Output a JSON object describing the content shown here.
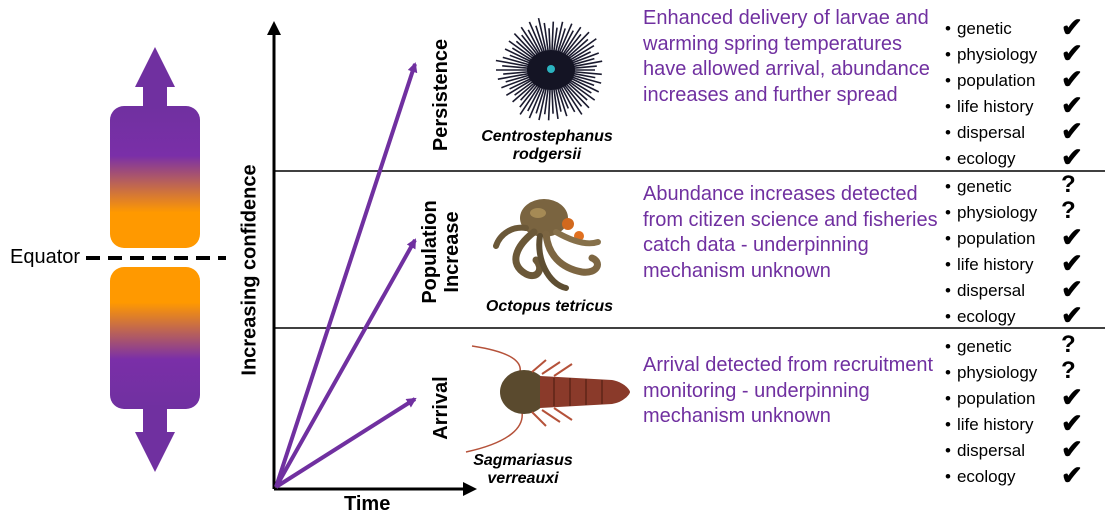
{
  "equator_label": "Equator",
  "axes": {
    "y_label": "Increasing confidence",
    "x_label": "Time"
  },
  "colors": {
    "purple": "#7030a0",
    "orange": "#ff9900",
    "arrow": "#7030a0"
  },
  "stages": [
    {
      "label": "Persistence",
      "species": "Centrostephanus rodgersii",
      "species_icon": "sea-urchin",
      "description": "Enhanced delivery of larvae and warming spring temperatures have allowed arrival, abundance increases and further spread",
      "criteria": [
        {
          "label": "genetic",
          "mark": "✔"
        },
        {
          "label": "physiology",
          "mark": "✔"
        },
        {
          "label": "population",
          "mark": "✔"
        },
        {
          "label": "life history",
          "mark": "✔"
        },
        {
          "label": "dispersal",
          "mark": "✔"
        },
        {
          "label": "ecology",
          "mark": "✔"
        }
      ]
    },
    {
      "label": "Population Increase",
      "label_lines": [
        "Population",
        "Increase"
      ],
      "species": "Octopus tetricus",
      "species_icon": "octopus",
      "description": "Abundance increases detected from citizen science and fisheries catch data - underpinning mechanism unknown",
      "criteria": [
        {
          "label": "genetic",
          "mark": "?"
        },
        {
          "label": "physiology",
          "mark": "?"
        },
        {
          "label": "population",
          "mark": "✔"
        },
        {
          "label": "life history",
          "mark": "✔"
        },
        {
          "label": "dispersal",
          "mark": "✔"
        },
        {
          "label": "ecology",
          "mark": "✔"
        }
      ]
    },
    {
      "label": "Arrival",
      "species": "Sagmariasus verreauxi",
      "species_icon": "rock-lobster",
      "description": "Arrival detected from recruitment monitoring - underpinning mechanism unknown",
      "criteria": [
        {
          "label": "genetic",
          "mark": "?"
        },
        {
          "label": "physiology",
          "mark": "?"
        },
        {
          "label": "population",
          "mark": "✔"
        },
        {
          "label": "life history",
          "mark": "✔"
        },
        {
          "label": "dispersal",
          "mark": "✔"
        },
        {
          "label": "ecology",
          "mark": "✔"
        }
      ]
    }
  ]
}
